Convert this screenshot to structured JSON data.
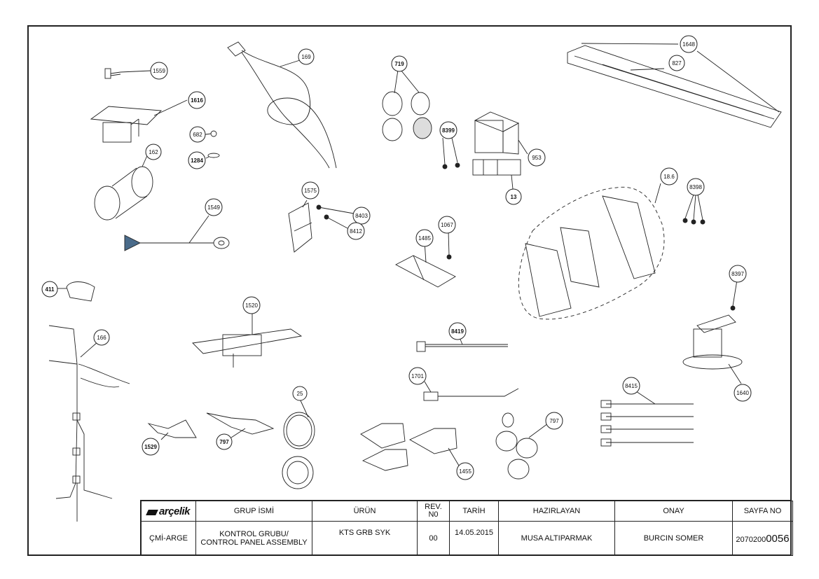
{
  "labels": {
    "l1559": "1559",
    "l1616": "1616",
    "l682": "682",
    "l1284": "1284",
    "l162": "162",
    "l1549": "1549",
    "l169": "169",
    "l1575": "1575",
    "l8403": "8403",
    "l8412": "8412",
    "l719": "719",
    "l8399": "8399",
    "l953": "953",
    "l13": "13",
    "l1648": "1648",
    "l827": "827",
    "l186": "18.6",
    "l8398": "8398",
    "l1067": "1067",
    "l1485": "1485",
    "l411": "411",
    "l1520": "1520",
    "l166": "166",
    "l8419": "8419",
    "l8397": "8397",
    "l1701": "1701",
    "l1640": "1640",
    "l8415": "8415",
    "l25": "25",
    "l1529": "1529",
    "l797a": "797",
    "l797b": "797",
    "l1455": "1455"
  },
  "titleblock": {
    "logo": "arçelik",
    "group_header": "GRUP İSMİ",
    "product_header": "ÜRÜN",
    "rev_header": "REV.\nN0",
    "date_header": "TARİH",
    "prepared_header": "HAZIRLAYAN",
    "approval_header": "ONAY",
    "sheet_header": "SAYFA NO",
    "department": "ÇMİ-ARGE",
    "group_value_1": "KONTROL GRUBU/",
    "group_value_2": "CONTROL PANEL ASSEMBLY",
    "product_value": "KTS GRB SYK",
    "rev_value": "00",
    "date_value": "14.05.2015",
    "prepared_value": "MUSA ALTIPARMAK",
    "approval_value": "BURCIN SOMER",
    "sheet_prefix": "2070200",
    "sheet_suffix": "0056"
  }
}
